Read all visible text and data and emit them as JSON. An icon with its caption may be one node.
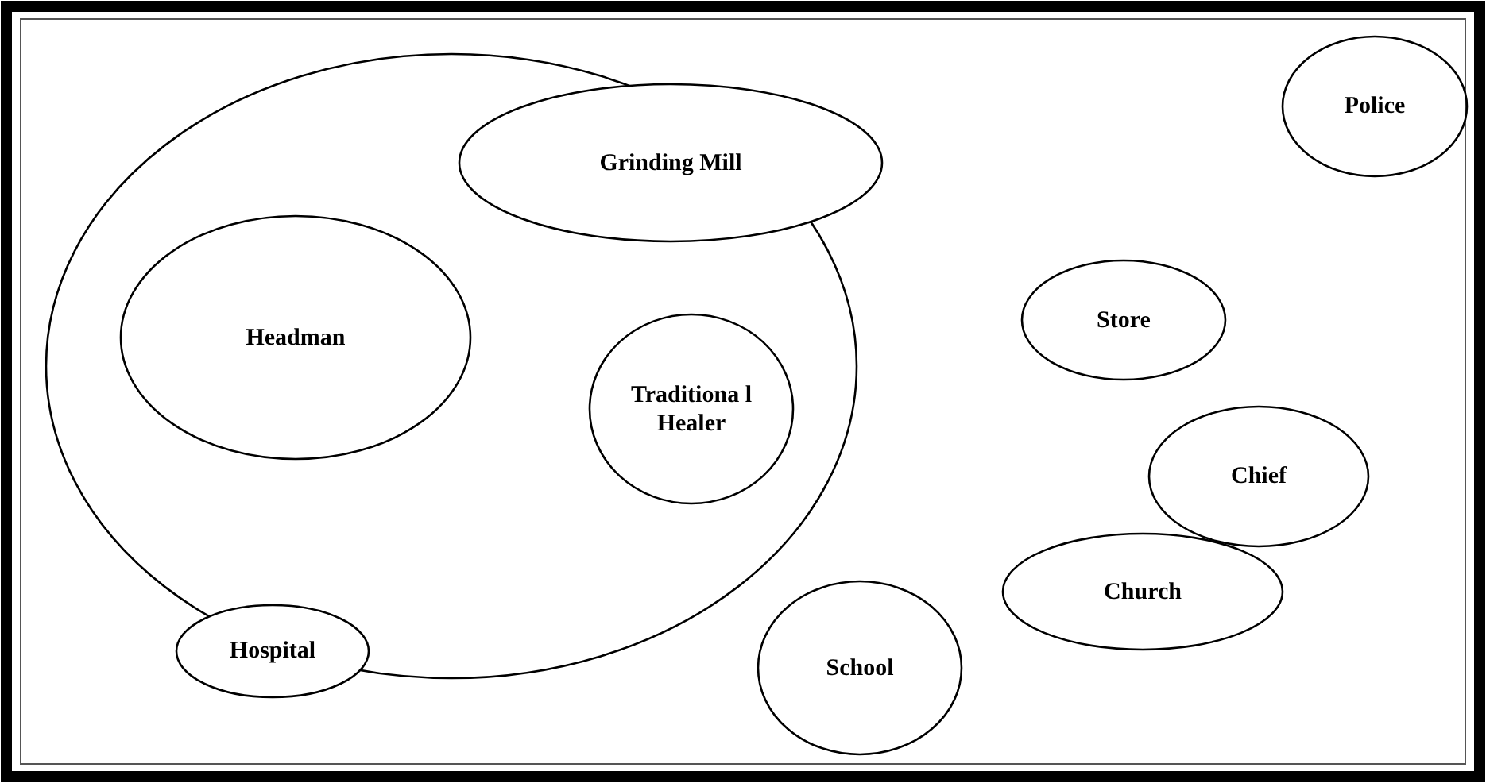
{
  "diagram": {
    "nodes": [
      {
        "text": [],
        "shape": "circle"
      },
      {
        "text": [
          "Grinding Mill"
        ]
      },
      {
        "text": [
          "Headman"
        ],
        "in": 0
      },
      {
        "text": [
          "Traditiona l Healer"
        ],
        "in": 0
      },
      {
        "text": [
          "Hospital"
        ]
      },
      {
        "text": [
          "Police"
        ]
      },
      {
        "text": [
          "Store"
        ]
      },
      {
        "text": [
          "Chief"
        ]
      },
      {
        "text": [
          "Church"
        ]
      },
      {
        "text": [
          "School"
        ]
      }
    ],
    "edges": []
  }
}
